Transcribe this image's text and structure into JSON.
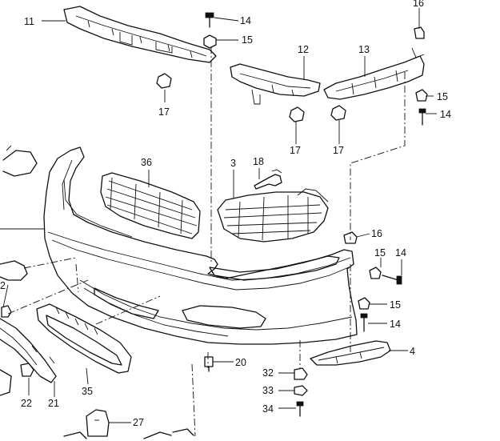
{
  "callouts": {
    "c11": "11",
    "c14a": "14",
    "c15a": "15",
    "c17a": "17",
    "c12": "12",
    "c13": "13",
    "c16a": "16",
    "c15b": "15",
    "c14b": "14",
    "c17b": "17",
    "c17c": "17",
    "c36": "36",
    "c3": "3",
    "c18": "18",
    "c16b": "16",
    "c15c": "15",
    "c14c": "14",
    "c15d": "15",
    "c14d": "14",
    "c2": "2",
    "c20": "20",
    "c4": "4",
    "c32": "32",
    "c33": "33",
    "c34": "34",
    "c22": "22",
    "c21": "21",
    "c35": "35",
    "c27": "27"
  }
}
